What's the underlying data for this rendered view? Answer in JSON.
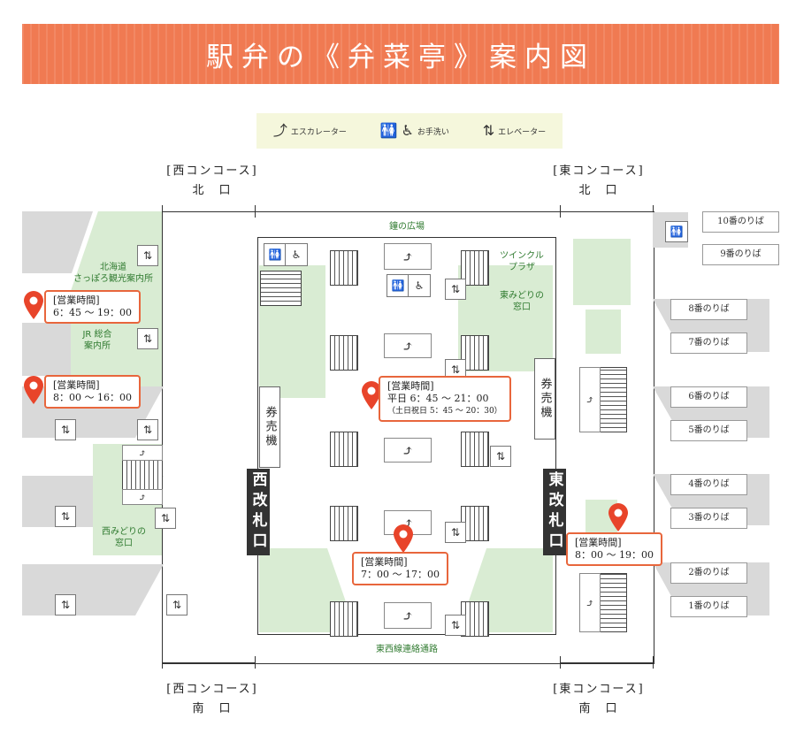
{
  "banner": {
    "title": "駅弁の《弁菜亭》案内図"
  },
  "legend": {
    "escalator": "エスカレーター",
    "restroom": "お手洗い",
    "elevator": "エレベーター"
  },
  "concourse": {
    "nw_name": "[西コンコース]",
    "nw_exit": "北　口",
    "ne_name": "[東コンコース]",
    "ne_exit": "北　口",
    "sw_name": "[西コンコース]",
    "sw_exit": "南　口",
    "se_name": "[東コンコース]",
    "se_exit": "南　口"
  },
  "areas": {
    "bell_plaza": "鐘の広場",
    "twinkle_plaza": "ツインクル\nプラザ",
    "east_midori": "東みどりの\n窓口",
    "west_midori": "西みどりの\n窓口",
    "hokkaido_info": "北海道\nさっぽろ観光案内所",
    "jr_info": "JR 総合\n案内所",
    "tozai_passage": "東西線連絡通路"
  },
  "gates": {
    "west": "西改札口",
    "east": "東改札口"
  },
  "ticket_machine": "券売機",
  "platforms": [
    "10番のりば",
    "9番のりば",
    "8番のりば",
    "7番のりば",
    "6番のりば",
    "5番のりば",
    "4番のりば",
    "3番のりば",
    "2番のりば",
    "1番のりば"
  ],
  "shops": [
    {
      "heading": "[営業時間]",
      "line1": "6：45 〜 19：00",
      "line2": ""
    },
    {
      "heading": "[営業時間]",
      "line1": "8：00 〜 16：00",
      "line2": ""
    },
    {
      "heading": "[営業時間]",
      "line1": "平日 6：45 〜 21：00",
      "line2": "（土日祝日 5：45 〜 20：30）"
    },
    {
      "heading": "[営業時間]",
      "line1": "7：00 〜 17：00",
      "line2": ""
    },
    {
      "heading": "[営業時間]",
      "line1": "8：00 〜 19：00",
      "line2": ""
    }
  ],
  "icons": {
    "escalator": "escalator-icon",
    "restroom": "restroom-icon",
    "accessible": "wheelchair-icon",
    "elevator": "elevator-icon",
    "pin": "map-pin-icon"
  },
  "colors": {
    "banner": "#f07a52",
    "pin": "#e8442a",
    "green": "#d9ecd3",
    "grey": "#d9d9d9"
  }
}
